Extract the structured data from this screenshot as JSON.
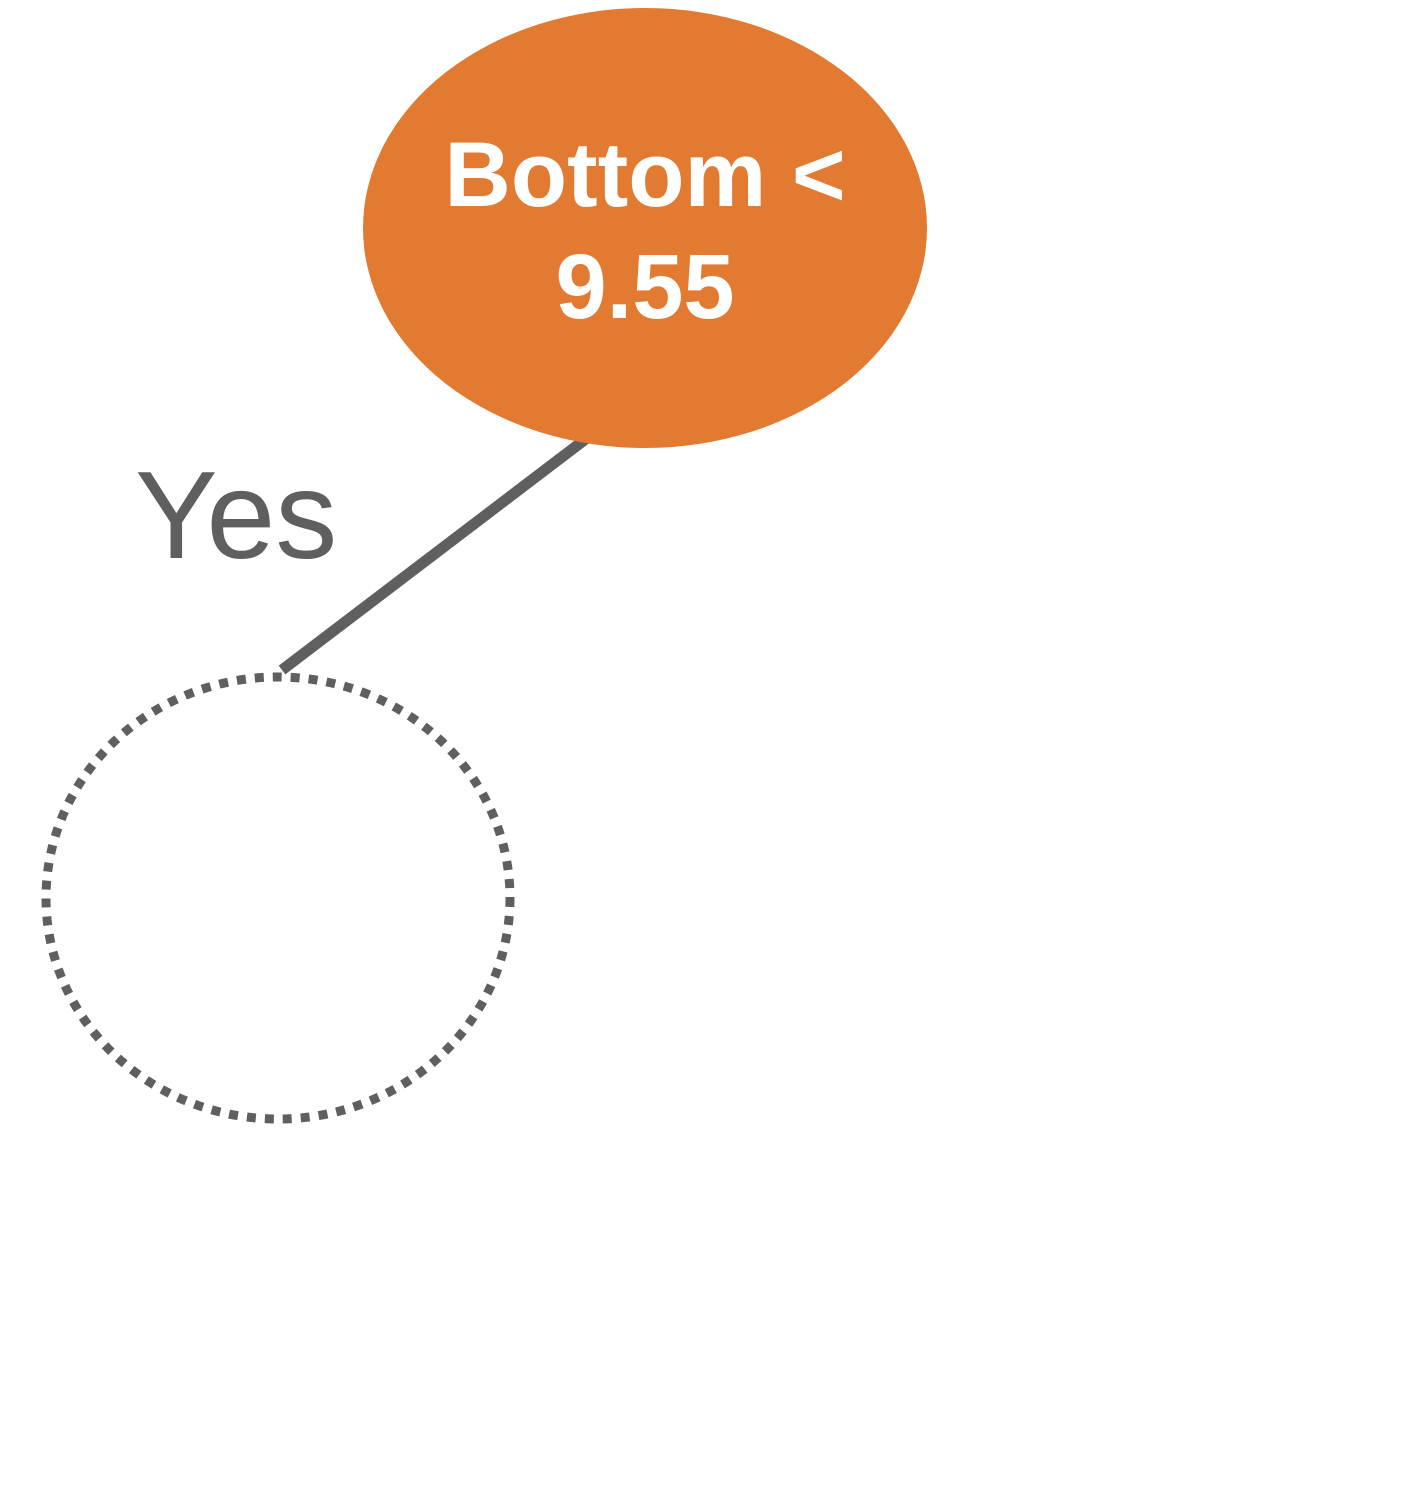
{
  "colors": {
    "node_fill": "#E27A31",
    "node_text": "#FFFFFF",
    "edge": "#5F5F5F",
    "placeholder_outline": "#5F5F5F",
    "background": "#FFFFFF"
  },
  "tree": {
    "root": {
      "label_line1": "Bottom <",
      "label_line2": "9.55"
    },
    "edge_yes": {
      "label": "Yes"
    }
  }
}
